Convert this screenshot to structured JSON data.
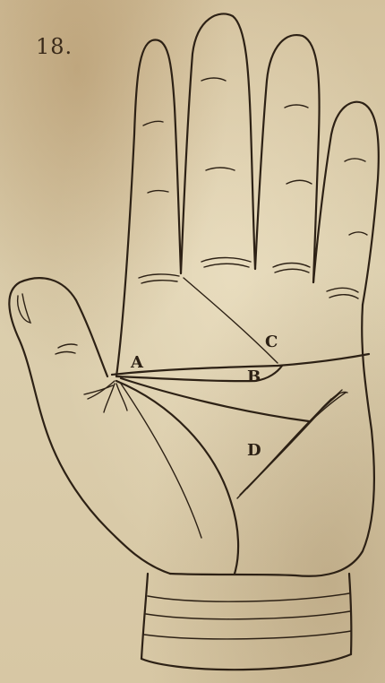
{
  "page_number": "18.",
  "labels": {
    "a": "A",
    "b": "B",
    "c": "C",
    "d": "D"
  },
  "colors": {
    "paper": "#d9c9a8",
    "ink": "#2d2115"
  }
}
